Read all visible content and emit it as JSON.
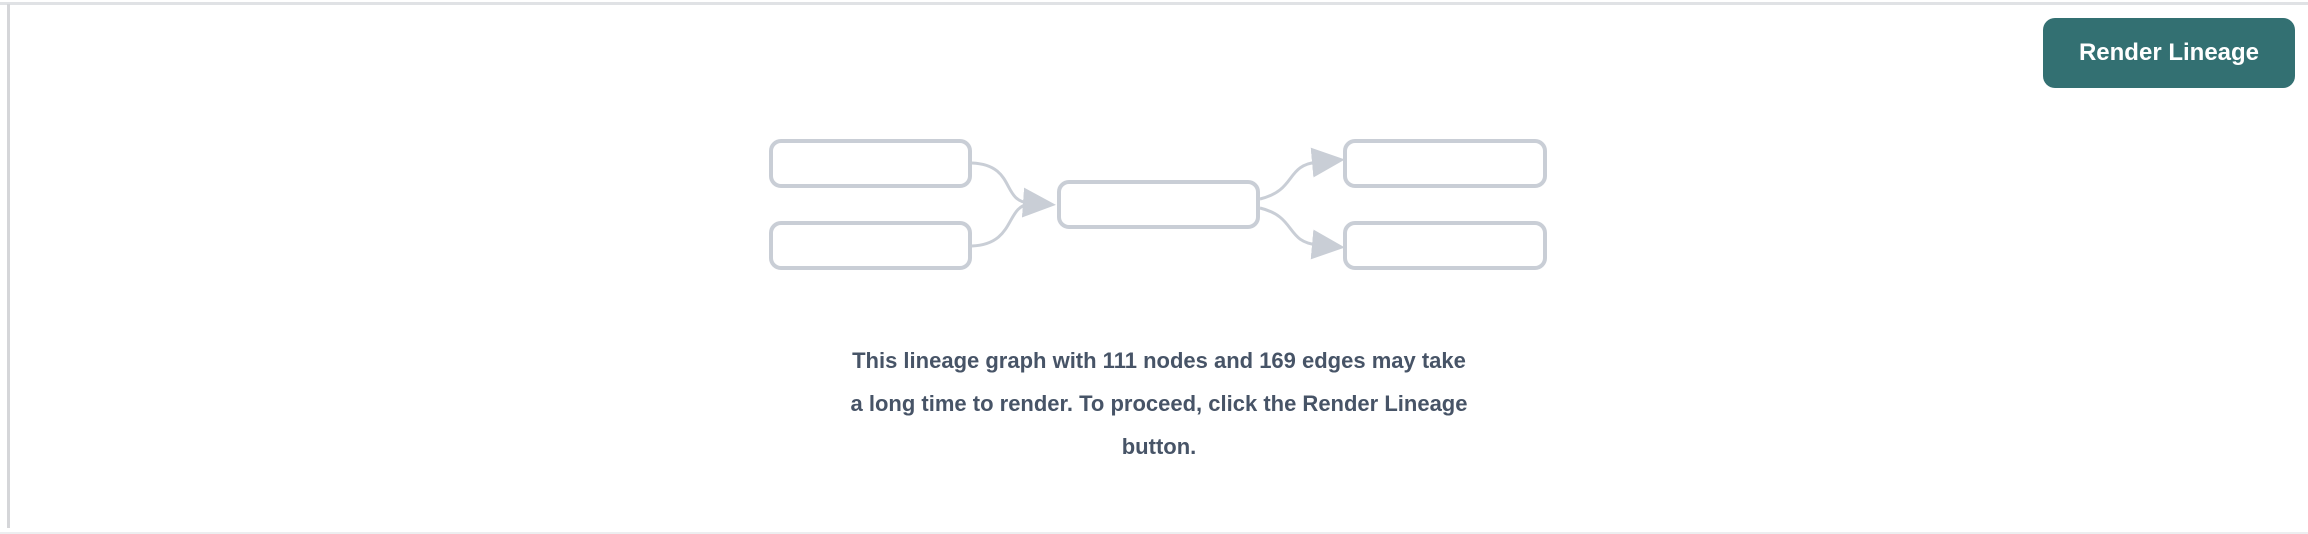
{
  "header": {
    "render_button_label": "Render Lineage"
  },
  "empty_state": {
    "illustration": "lineage-graph-placeholder",
    "node_count": 111,
    "edge_count": 169,
    "message": "This lineage graph with 111 nodes and 169 edges may take a long time to render. To proceed, click the Render Lineage button.",
    "message_lines": [
      "This lineage graph with 111 nodes and 169 edges may take",
      "a long time to render. To proceed, click the Render Lineage",
      "button."
    ]
  },
  "colors": {
    "button_bg": "#337072",
    "button_text": "#ffffff",
    "diagram_stroke": "#c9ced6",
    "message_text": "#475467",
    "panel_border": "#dfe1e4"
  }
}
